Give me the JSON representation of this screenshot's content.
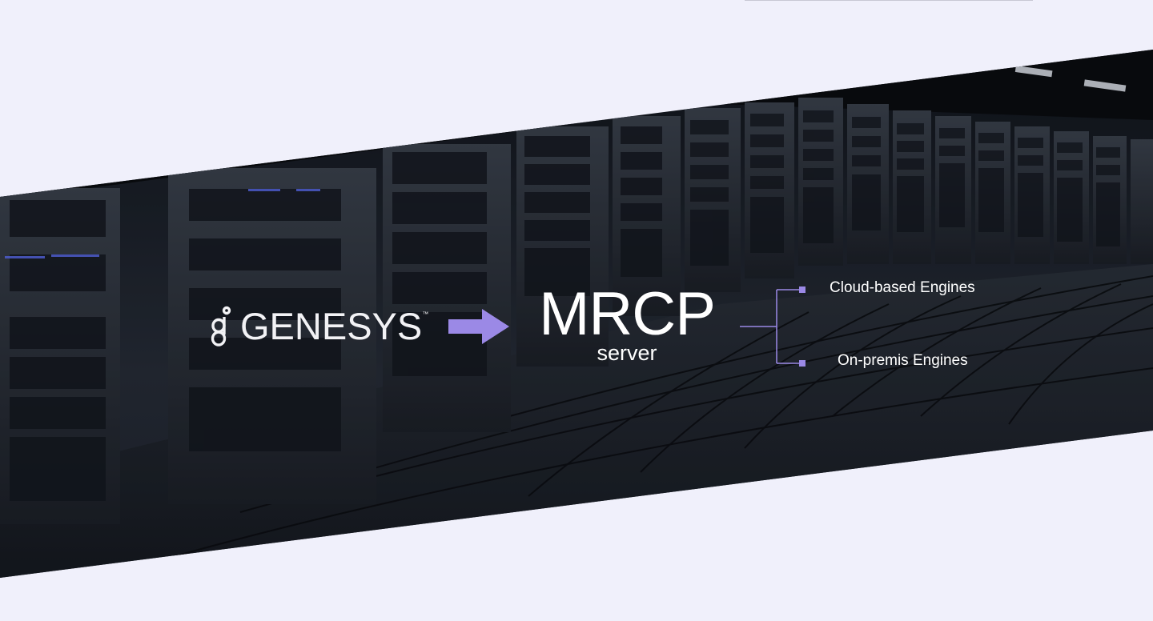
{
  "logo": {
    "brand": "GENESYS",
    "trademark": "™"
  },
  "server": {
    "title": "MRCP",
    "subtitle": "server"
  },
  "engines": [
    {
      "label": "Cloud-based Engines"
    },
    {
      "label": "On-premis Engines"
    }
  ],
  "colors": {
    "background": "#f0f0fb",
    "accent": "#9b89e6",
    "text": "#ffffff"
  },
  "icons": {
    "arrow": "right-arrow-icon",
    "connector": "branch-connector"
  }
}
